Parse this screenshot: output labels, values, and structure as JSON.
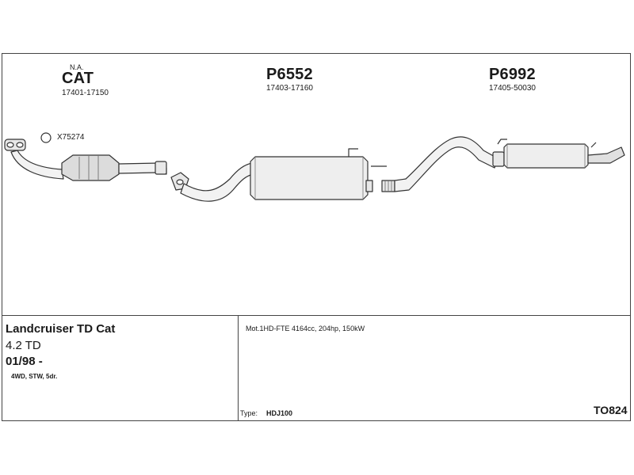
{
  "parts": [
    {
      "top_note": "N.A.",
      "code": "CAT",
      "oem": "17401-17150"
    },
    {
      "code": "P6552",
      "oem": "17403-17160"
    },
    {
      "code": "P6992",
      "oem": "17405-50030"
    }
  ],
  "gasket": {
    "code": "X75274"
  },
  "vehicle": {
    "model": "Landcruiser TD Cat",
    "engine_size": "4.2 TD",
    "date": "01/98 -",
    "body": "4WD, STW, 5dr."
  },
  "details": {
    "engine": "Mot.1HD-FTE 4164cc, 204hp, 150kW",
    "type_label": "Type:",
    "type_value": "HDJ100",
    "ref": "TO824"
  }
}
